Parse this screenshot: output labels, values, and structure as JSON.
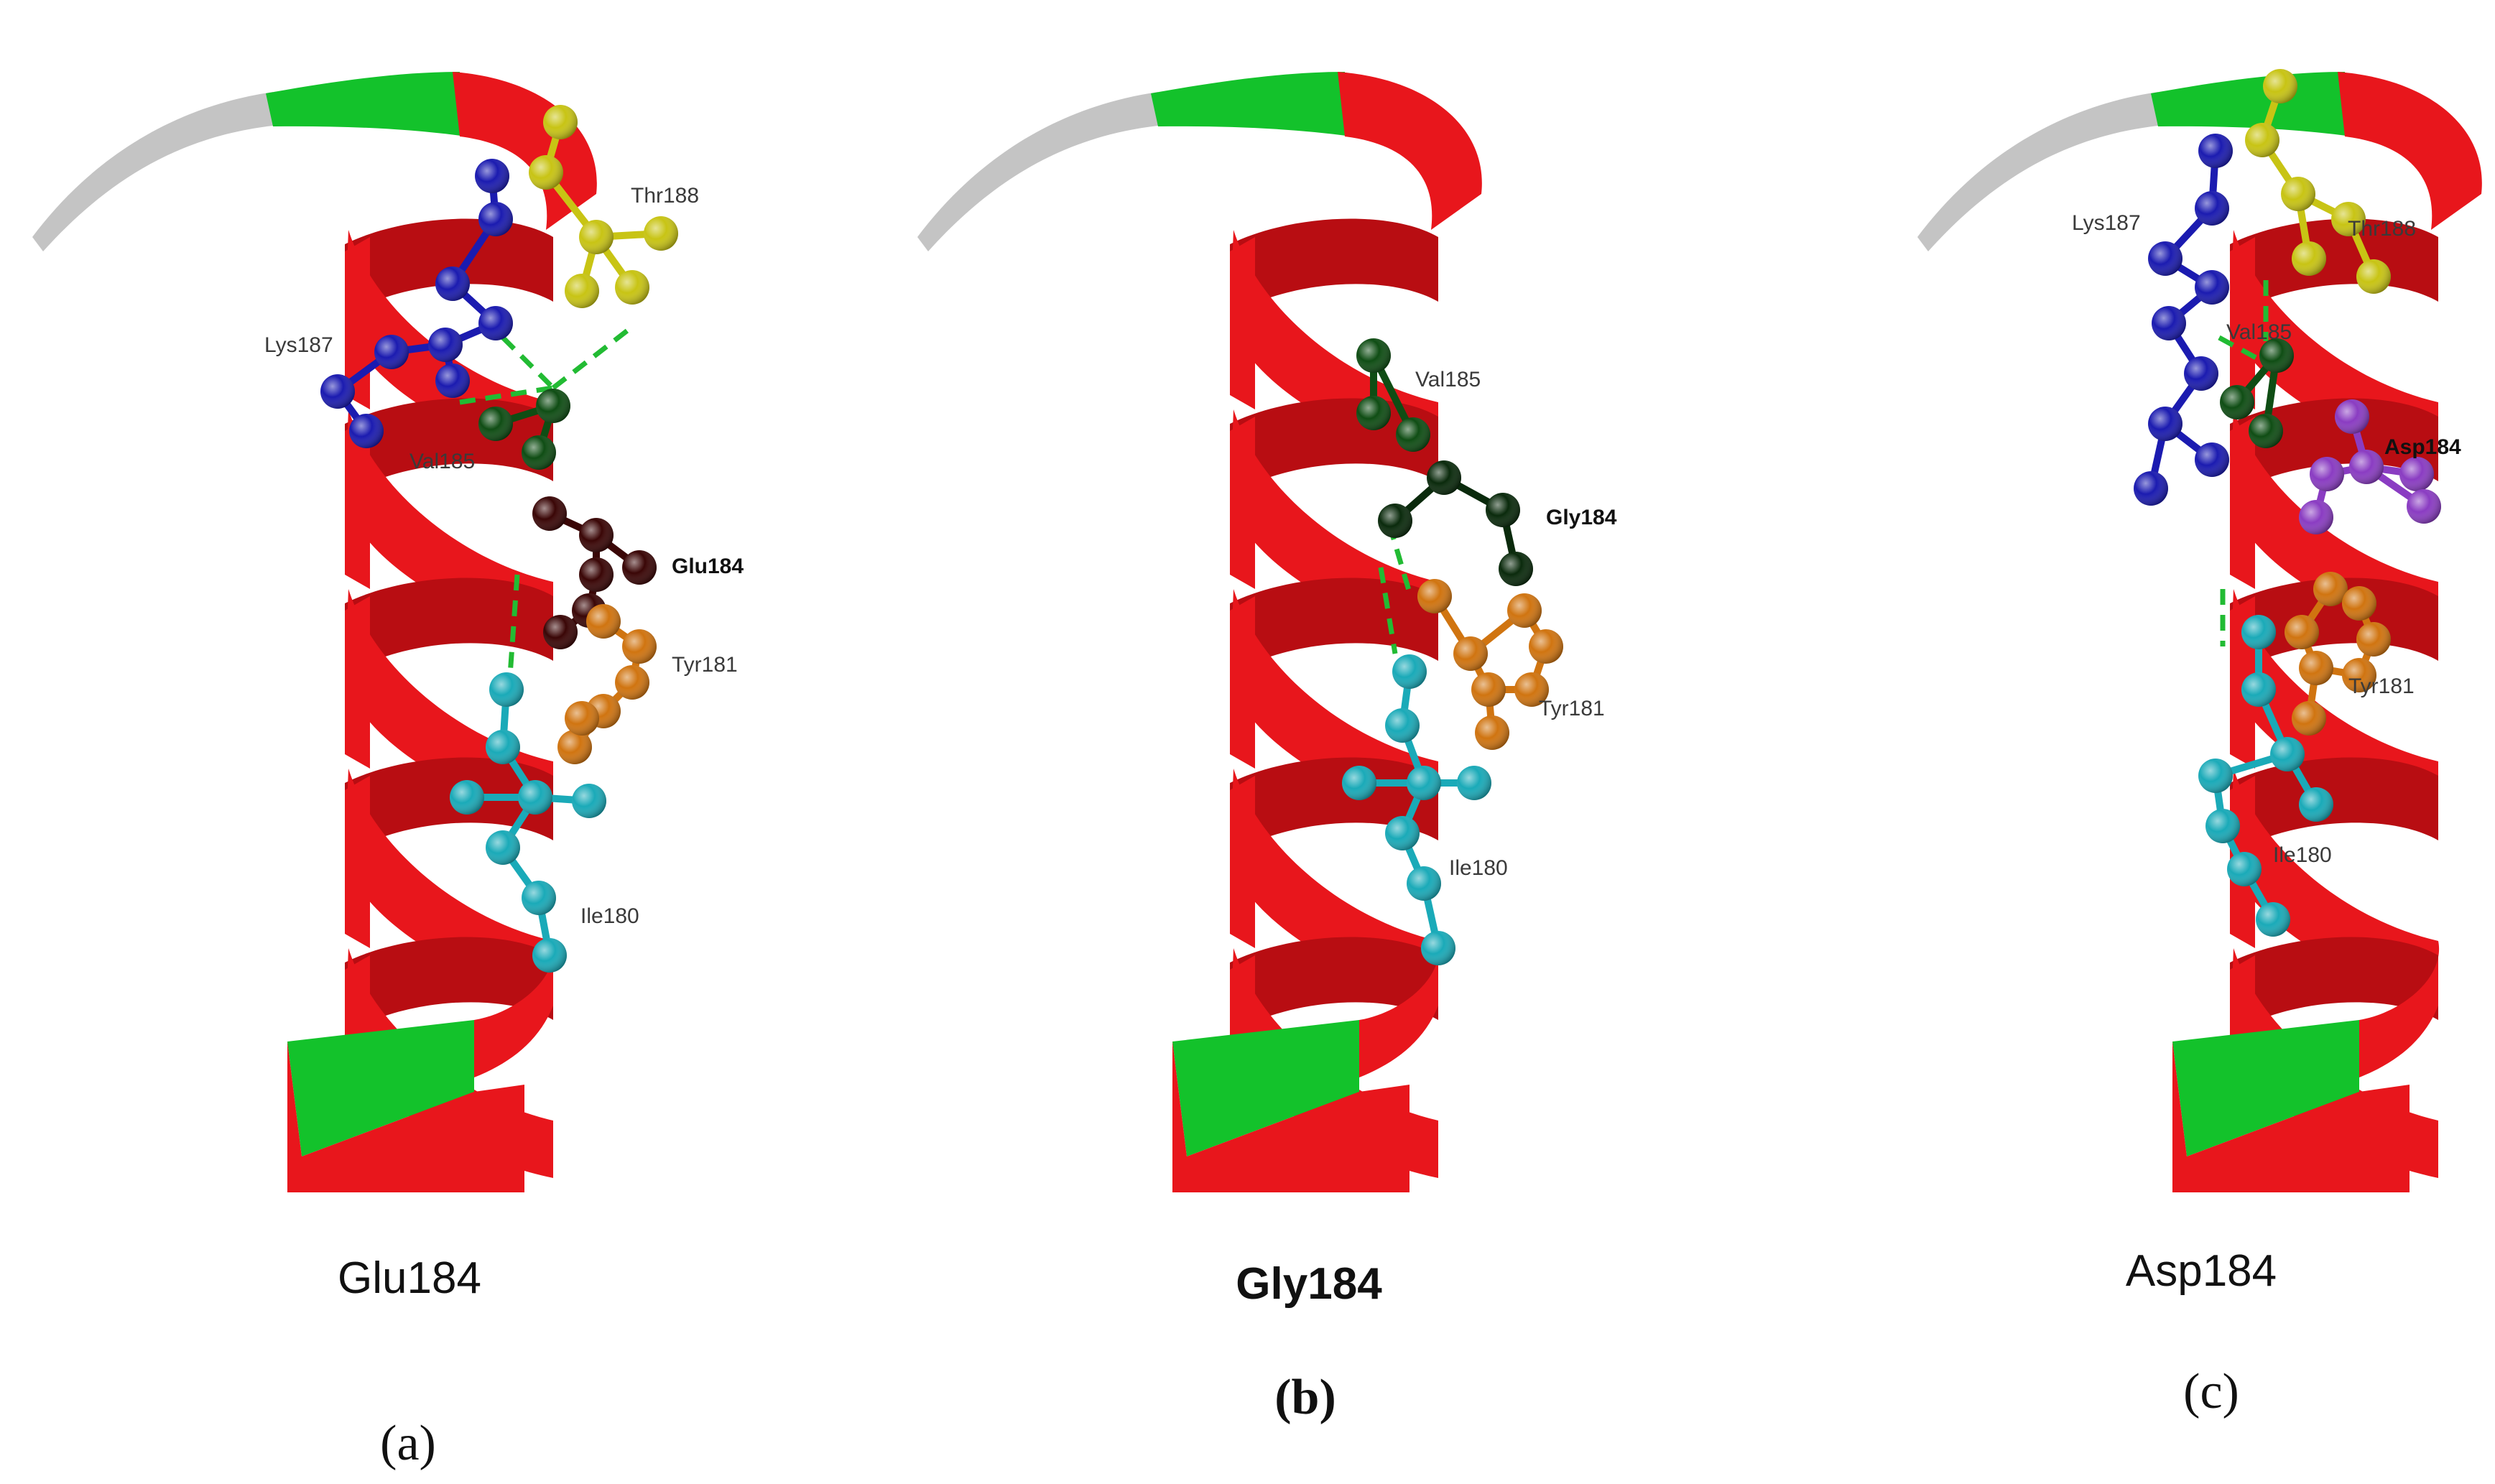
{
  "colors": {
    "helix_red": "#e8161c",
    "helix_red_dark": "#b80d12",
    "helix_green": "#13c22b",
    "helix_grey": "#c4c4c4",
    "hbond": "#22bb33",
    "Thr188": "#c8c414",
    "Lys187": "#1b1bb0",
    "Val185": "#0f4d14",
    "Glu184": "#3a0606",
    "Gly184": "#0a2a0c",
    "Asp184": "#8a3cc2",
    "Tyr181": "#d07410",
    "Ile180": "#1aaab8"
  },
  "panels": [
    {
      "id": "a",
      "caption": "Glu184",
      "caption_bold": false,
      "sublabel": "(a)",
      "labels": {
        "Thr188": "Thr188",
        "Lys187": "Lys187",
        "Val185": "Val185",
        "res184": "Glu184",
        "Tyr181": "Tyr181",
        "Ile180": "Ile180"
      },
      "res184_color": "Glu184"
    },
    {
      "id": "b",
      "caption": "Gly184",
      "caption_bold": true,
      "sublabel": "(b)",
      "labels": {
        "Val185": "Val185",
        "res184": "Gly184",
        "Tyr181": "Tyr181",
        "Ile180": "Ile180"
      },
      "res184_color": "Gly184"
    },
    {
      "id": "c",
      "caption": "Asp184",
      "caption_bold": false,
      "sublabel": "(c)",
      "labels": {
        "Thr188": "Thr188",
        "Lys187": "Lys187",
        "Val185": "Val185",
        "res184": "Asp184",
        "Tyr181": "Tyr181",
        "Ile180": "Ile180"
      },
      "res184_color": "Asp184"
    }
  ]
}
